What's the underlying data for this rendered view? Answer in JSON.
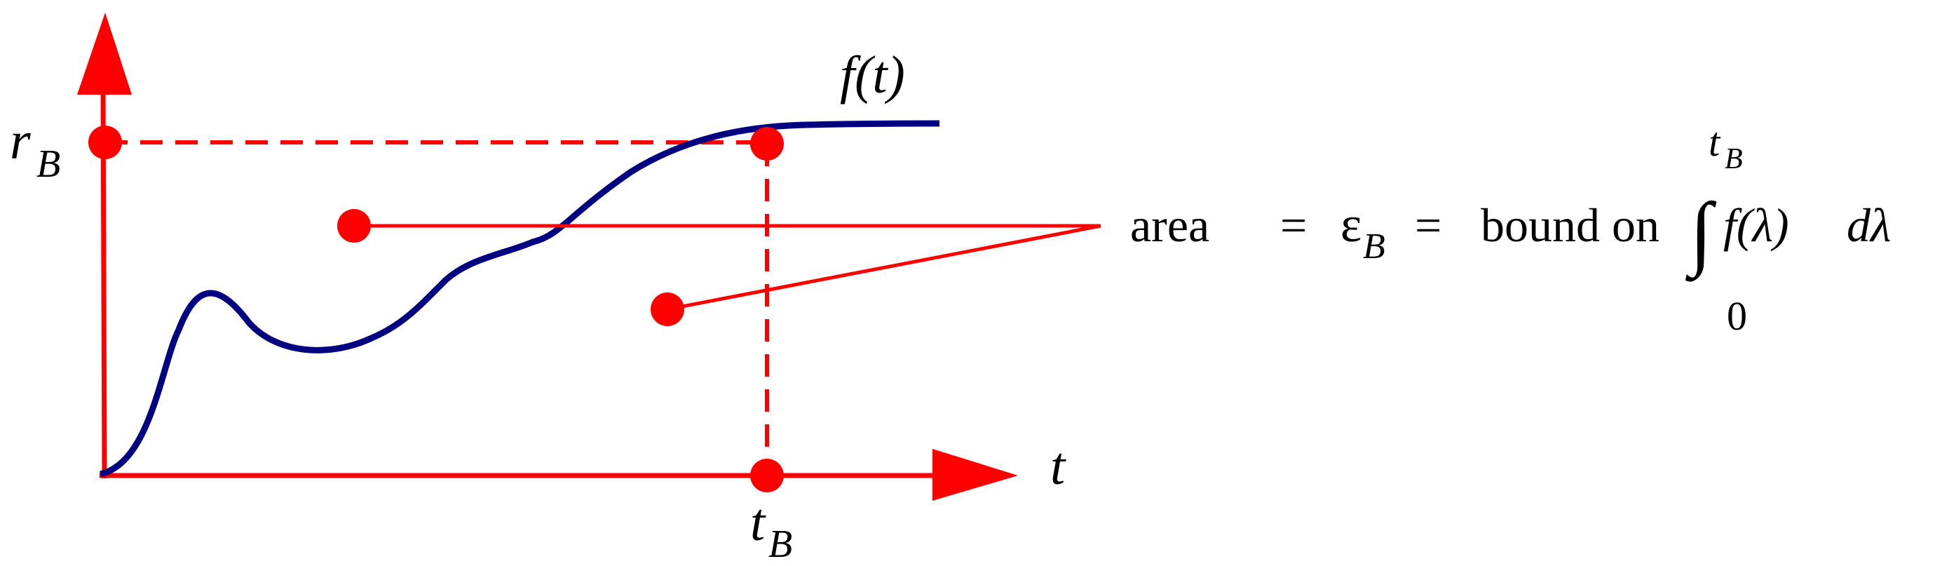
{
  "labels": {
    "curve_name": "f(t)",
    "y_axis_variable": "r",
    "y_axis_subscript": "B",
    "x_axis_variable": "t",
    "tick_variable": "t",
    "tick_subscript": "B"
  },
  "equation": {
    "word_area": "area",
    "equals_1": "=",
    "epsilon": "ε",
    "epsilon_subscript": "B",
    "equals_2": "=",
    "text_bound_on": "bound on",
    "integral_sign": "∫",
    "integrand": "f(λ)",
    "differential": "dλ",
    "upper_limit_variable": "t",
    "upper_limit_subscript": "B",
    "lower_limit": "0"
  },
  "colors": {
    "axis": "#ff0000",
    "curve": "#000080",
    "markers": "#ff0000",
    "text": "#000000"
  }
}
